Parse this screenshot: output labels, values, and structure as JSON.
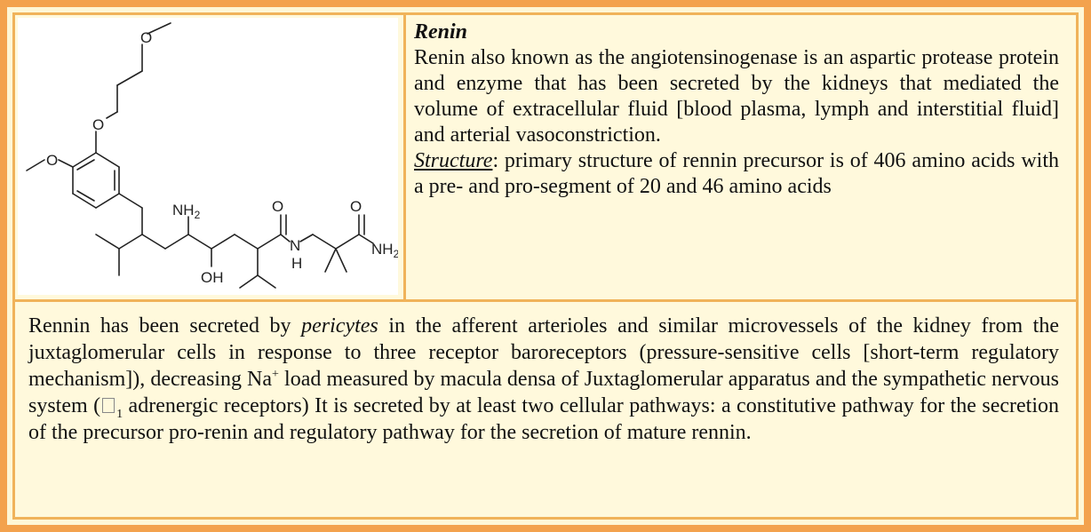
{
  "molecule": {
    "atoms": {
      "o_top": "O",
      "o_mid": "O",
      "o_left": "O",
      "nh2_amine": "NH",
      "nh2_amine_sub": "2",
      "o_amide1": "O",
      "o_amide2": "O",
      "oh": "OH",
      "n_amide": "N",
      "h_amide": "H",
      "nh2_terminal": "NH",
      "nh2_terminal_sub": "2"
    }
  },
  "description": {
    "title": "Renin",
    "paragraph": "Renin also known as the angiotensinogenase is an aspartic protease protein and enzyme that has been secreted by the kidneys that mediated the volume of extracellular fluid [blood plasma, lymph and interstitial fluid] and arterial vasoconstriction.",
    "structure_label": "Structure",
    "structure_text": ": primary structure of rennin precursor is of 406 amino acids with a pre- and pro-segment of 20 and 46 amino acids"
  },
  "body": {
    "part1": "Rennin has been secreted by ",
    "italic_word": "pericytes",
    "part2": " in the afferent arterioles and similar microvessels of the kidney from the juxtaglomerular cells in response to three receptor baroreceptors (pressure-sensitive cells [short-term regulatory mechanism]), decreasing Na",
    "na_sup": "+",
    "part3": " load measured by macula densa of Juxtaglomerular apparatus and the sympathetic nervous system (",
    "beta_sub": "1",
    "part4": " adrenergic receptors) It is secreted by at least two cellular pathways: a constitutive pathway for the secretion of the precursor pro-renin and regulatory pathway for the secretion of mature rennin."
  }
}
